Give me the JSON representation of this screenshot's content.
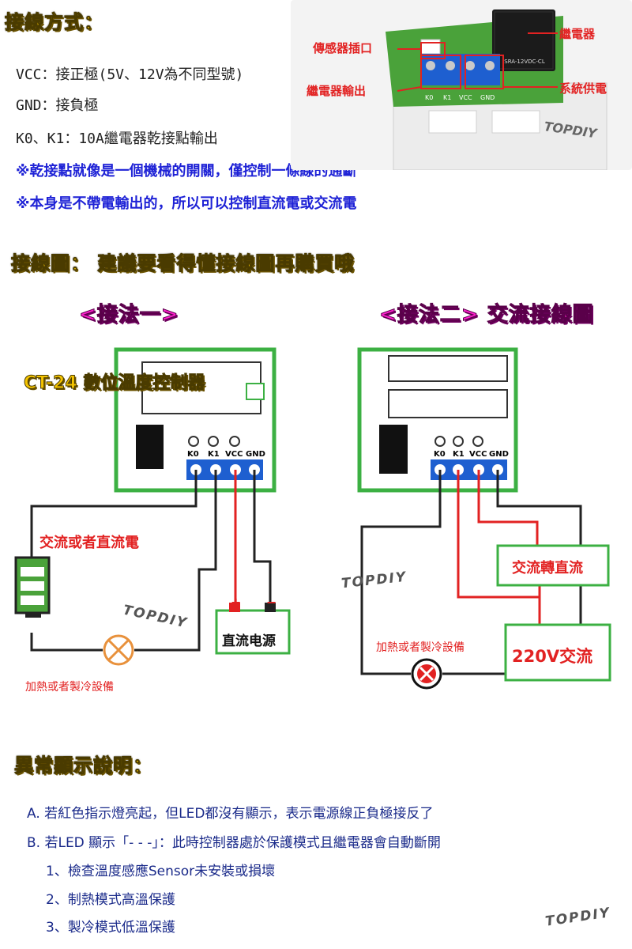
{
  "section_wiring": {
    "title": "接線方式：",
    "specs": [
      "VCC：接正極(5V、12V為不同型號)",
      "GND：接負極",
      "K0、K1：10A繼電器乾接點輸出"
    ],
    "notes": [
      "※乾接點就像是一個機械的開關，僅控制一條線的通斷",
      "※本身是不帶電輸出的，所以可以控制直流電或交流電"
    ]
  },
  "photo": {
    "label_sensor_port": "傳感器插口",
    "label_relay": "繼電器",
    "label_relay_output": "繼電器輸出",
    "label_system_power": "系統供電",
    "relay_text": "SRA-12VDC-CL",
    "terminal_labels": [
      "K0",
      "K1",
      "VCC",
      "GND"
    ],
    "watermark": "TOPDIY"
  },
  "section_diagram": {
    "title": "接線圖： 建議要看得懂接線圖再購買哦",
    "method1_title": "<接法一>",
    "method2_title": "<接法二> 交流接線圖",
    "device_name": "CT-24 數位溫度控制器",
    "terminal_labels": [
      "K0",
      "K1",
      "VCC",
      "GND"
    ],
    "m1_source_label": "交流或者直流電",
    "m1_dc_label": "直流电源",
    "m1_plus": "+",
    "m1_minus": "−",
    "m1_device_label": "加熱或者製冷設備",
    "m2_converter_label": "交流轉直流",
    "m2_ac_label": "220V交流",
    "m2_device_label": "加熱或者製冷設備",
    "watermark": "TOPDIY"
  },
  "section_errors": {
    "title": "異常顯示說明：",
    "items": [
      "A. 若紅色指示燈亮起，但LED都沒有顯示，表示電源線正負極接反了",
      "B. 若LED 顯示「- - -」：此時控制器處於保護模式且繼電器會自動斷開",
      "1、檢查溫度感應Sensor未安裝或損壞",
      "2、制熱模式高溫保護",
      "3、製冷模式低溫保護"
    ],
    "watermark": "TOPDIY"
  },
  "colors": {
    "accent_yellow": "#f5c400",
    "accent_magenta": "#ff1fcf",
    "board_green": "#3cb043",
    "wire_red": "#e22222",
    "terminal_blue": "#1e5fd0"
  }
}
